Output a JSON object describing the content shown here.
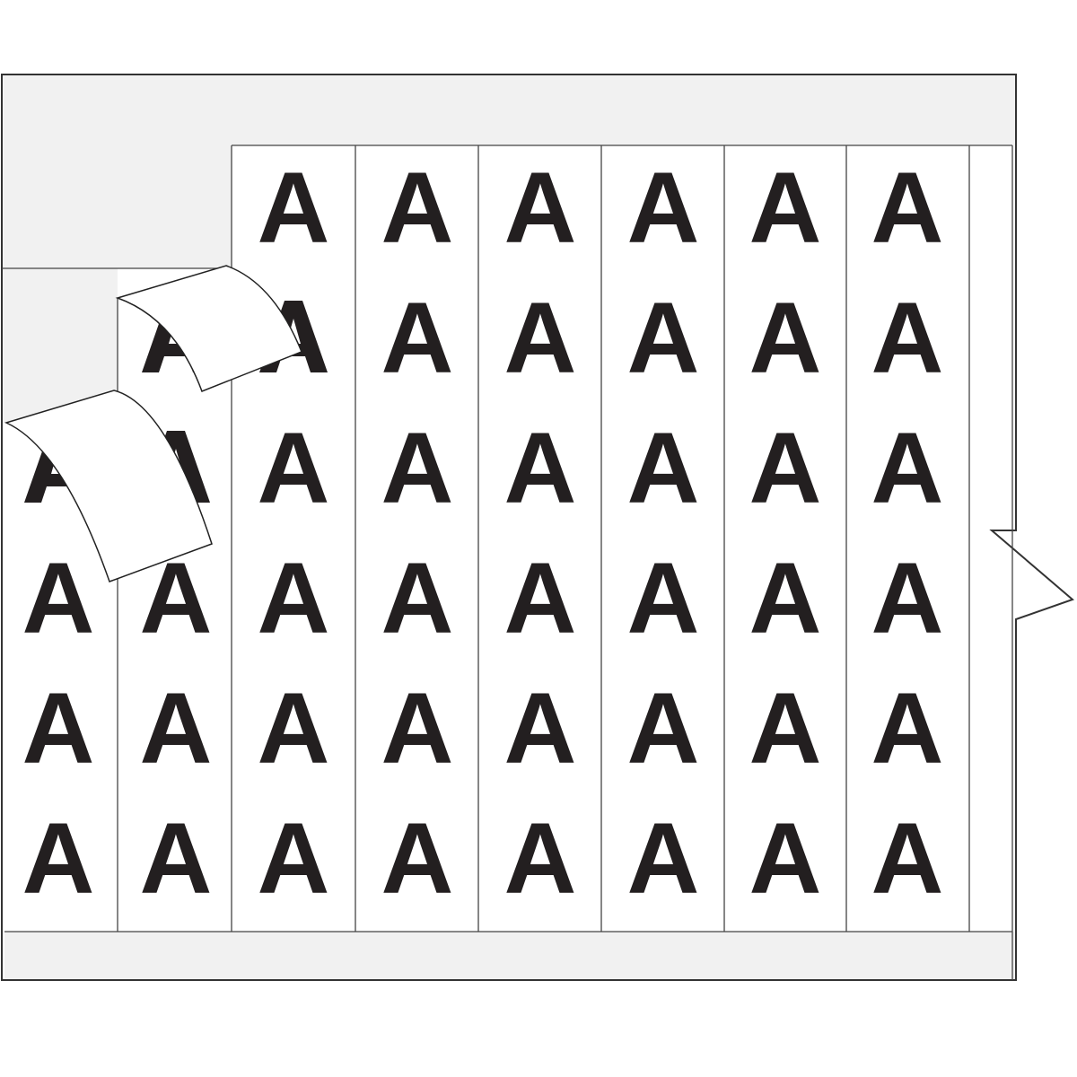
{
  "label_letter": "A",
  "sheet": {
    "columns": 8,
    "rows": 6,
    "peeled_labels": 2
  },
  "colors": {
    "liner": "#f1f1f1",
    "outline": "#333333",
    "letter": "#231f20",
    "label": "#ffffff"
  }
}
